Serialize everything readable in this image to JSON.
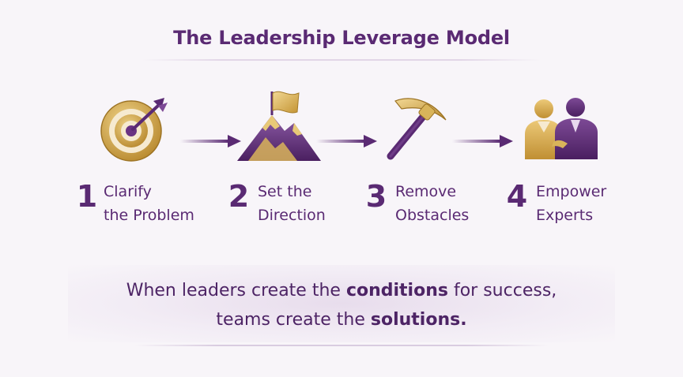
{
  "title": "The Leadership Leverage Model",
  "steps": [
    {
      "number": "1",
      "line1": "Clarify",
      "line2": "the Problem",
      "icon": "target-icon"
    },
    {
      "number": "2",
      "line1": "Set the",
      "line2": "Direction",
      "icon": "mountain-flag-icon"
    },
    {
      "number": "3",
      "line1": "Remove",
      "line2": "Obstacles",
      "icon": "pickaxe-icon"
    },
    {
      "number": "4",
      "line1": "Empower",
      "line2": "Experts",
      "icon": "people-icon"
    }
  ],
  "quote": {
    "line1_a": "When leaders create the ",
    "line1_b": "conditions",
    "line1_c": " for success,",
    "line2_a": "teams create the ",
    "line2_b": "solutions."
  },
  "colors": {
    "purple": "#5a2a73",
    "gold": "#c9a03c",
    "background": "#f8f5f9"
  }
}
